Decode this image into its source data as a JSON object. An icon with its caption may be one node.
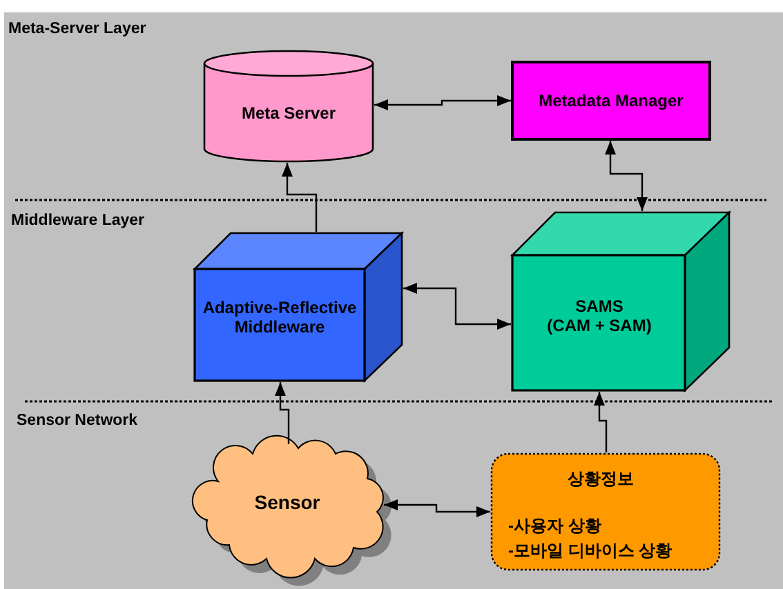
{
  "diagram": {
    "nodes": [
      {
        "text": [
          "Meta Server"
        ]
      },
      {
        "text": [
          "Metadata Manager"
        ]
      },
      {
        "text": [
          "Adaptive-Reflective Middleware"
        ]
      },
      {
        "text": [
          "SAMS (CAM + SAM)"
        ]
      },
      {
        "text": [
          "Sensor"
        ]
      },
      {
        "text": [
          "상황정보",
          "-사용자 상황",
          "-모바일 디바이스 상황"
        ]
      }
    ],
    "edges": [
      {
        "from": 0,
        "to": 1,
        "arrow": "both"
      },
      {
        "from": 1,
        "to": 3,
        "arrow": "both"
      },
      {
        "from": 2,
        "to": 0,
        "arrow": "to"
      },
      {
        "from": 2,
        "to": 3,
        "arrow": "both"
      },
      {
        "from": 4,
        "to": 2,
        "arrow": "to"
      },
      {
        "from": 4,
        "to": 5,
        "arrow": "both"
      },
      {
        "from": 5,
        "to": 3,
        "arrow": "to"
      }
    ],
    "labels": [
      "Meta-Server Layer",
      "Middleware Layer",
      "Sensor Network"
    ]
  }
}
